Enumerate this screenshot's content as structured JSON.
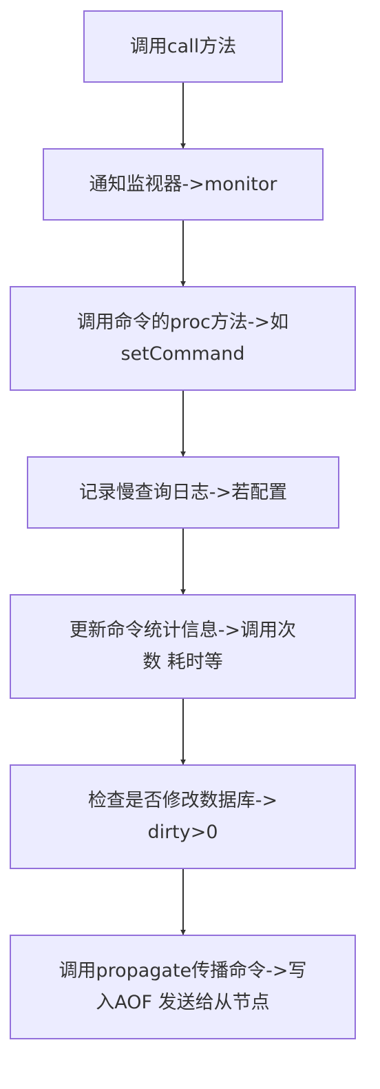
{
  "diagram": {
    "type": "flowchart",
    "direction": "top-to-bottom",
    "colors": {
      "node_fill": "#ececff",
      "node_border": "#9370db",
      "text": "#333333",
      "edge": "#333333"
    },
    "nodes": [
      {
        "id": "n1",
        "lines": [
          "调用call方法"
        ]
      },
      {
        "id": "n2",
        "lines": [
          "通知监视器->monitor"
        ]
      },
      {
        "id": "n3",
        "lines": [
          "调用命令的proc方法->如",
          "setCommand"
        ]
      },
      {
        "id": "n4",
        "lines": [
          "记录慢查询日志->若配置"
        ]
      },
      {
        "id": "n5",
        "lines": [
          "更新命令统计信息->调用次",
          "数 耗时等"
        ]
      },
      {
        "id": "n6",
        "lines": [
          "检查是否修改数据库->",
          "dirty>0"
        ]
      },
      {
        "id": "n7",
        "lines": [
          "调用propagate传播命令->写",
          "入AOF 发送给从节点"
        ]
      }
    ],
    "edges": [
      {
        "from": "n1",
        "to": "n2"
      },
      {
        "from": "n2",
        "to": "n3"
      },
      {
        "from": "n3",
        "to": "n4"
      },
      {
        "from": "n4",
        "to": "n5"
      },
      {
        "from": "n5",
        "to": "n6"
      },
      {
        "from": "n6",
        "to": "n7"
      }
    ]
  }
}
